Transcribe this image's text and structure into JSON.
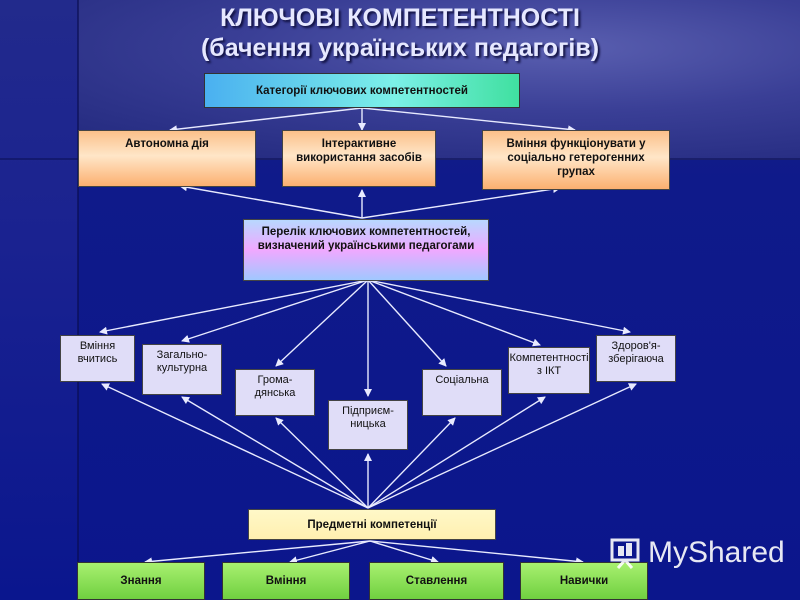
{
  "title": {
    "line1": "КЛЮЧОВІ КОМПЕТЕНТНОСТІ",
    "line2": "(бачення українських педагогів)"
  },
  "categories_box": "Категорії ключових компетентностей",
  "categories": [
    "Автономна дія",
    "Інтерактивне використання засобів",
    "Вміння функціонувати у соціально гетерогенних групах"
  ],
  "list_box": "Перелік ключових компетентностей, визначений українськими педагогами",
  "competences": [
    "Вміння вчитись",
    "Загально-культурна",
    "Грома-дянська",
    "Підприєм-ницька",
    "Соціальна",
    "Компетентності з ІКТ",
    "Здоров'я-зберігаюча"
  ],
  "subject_box": "Предметні компетенції",
  "bottom": [
    "Знання",
    "Вміння",
    "Ставлення",
    "Навички"
  ],
  "watermark": "MyShared",
  "colors": {
    "background": "#0b168c",
    "lines": "#e8eaff"
  }
}
